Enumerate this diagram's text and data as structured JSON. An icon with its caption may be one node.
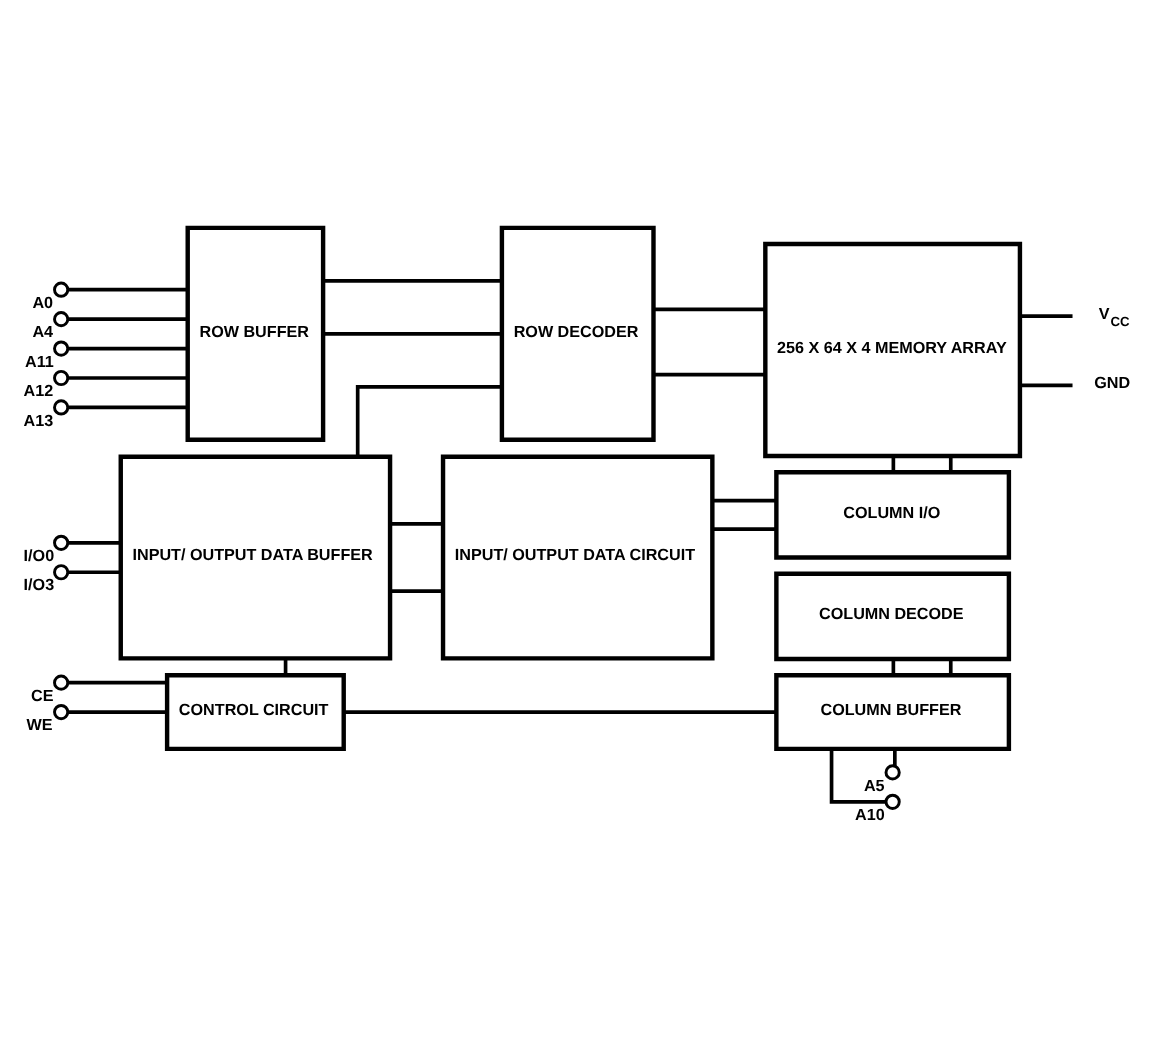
{
  "diagram": {
    "nodes": [
      {
        "text": [
          "ROW BUFFER"
        ]
      },
      {
        "text": [
          "ROW DECODER"
        ]
      },
      {
        "text": [
          "256 X 64 X 4 MEMORY ARRAY"
        ]
      },
      {
        "text": [
          "INPUT/ OUTPUT DATA BUFFER"
        ]
      },
      {
        "text": [
          "INPUT/ OUTPUT DATA CIRCUIT"
        ]
      },
      {
        "text": [
          "COLUMN I/O"
        ]
      },
      {
        "text": [
          "COLUMN DECODE"
        ]
      },
      {
        "text": [
          "COLUMN BUFFER"
        ]
      },
      {
        "text": [
          "CONTROL CIRCUIT"
        ]
      },
      {
        "text": [],
        "shape": "circle",
        "beside": [
          "A0"
        ]
      },
      {
        "text": [],
        "shape": "circle",
        "beside": [
          "A4"
        ]
      },
      {
        "text": [],
        "shape": "circle",
        "beside": [
          "A11"
        ]
      },
      {
        "text": [],
        "shape": "circle",
        "beside": [
          "A12"
        ]
      },
      {
        "text": [],
        "shape": "circle",
        "beside": [
          "A13"
        ]
      },
      {
        "text": [],
        "shape": "circle",
        "beside": [
          "I/O0"
        ]
      },
      {
        "text": [],
        "shape": "circle",
        "beside": [
          "I/O3"
        ]
      },
      {
        "text": [],
        "shape": "circle",
        "beside": [
          "CE"
        ]
      },
      {
        "text": [],
        "shape": "circle",
        "beside": [
          "WE"
        ]
      },
      {
        "text": [],
        "shape": "circle",
        "beside": [
          "A5"
        ]
      },
      {
        "text": [],
        "shape": "circle",
        "beside": [
          "A10"
        ]
      },
      {
        "text": [
          "V$_{CC}$"
        ]
      },
      {
        "text": [
          "GND"
        ]
      }
    ],
    "edges": [
      {
        "from": 9,
        "to": 0,
        "arrow": "none"
      },
      {
        "from": 10,
        "to": 0,
        "arrow": "none"
      },
      {
        "from": 11,
        "to": 0,
        "arrow": "none"
      },
      {
        "from": 12,
        "to": 0,
        "arrow": "none"
      },
      {
        "from": 13,
        "to": 0,
        "arrow": "none"
      },
      {
        "from": 0,
        "to": 1,
        "arrow": "none"
      },
      {
        "from": 0,
        "to": 1,
        "arrow": "none"
      },
      {
        "from": 1,
        "to": 2,
        "arrow": "none"
      },
      {
        "from": 1,
        "to": 2,
        "arrow": "none"
      },
      {
        "from": 2,
        "to": 20,
        "arrow": "none"
      },
      {
        "from": 2,
        "to": 21,
        "arrow": "none"
      },
      {
        "from": 1,
        "to": 3,
        "arrow": "none"
      },
      {
        "from": 2,
        "to": 5,
        "arrow": "none"
      },
      {
        "from": 2,
        "to": 5,
        "arrow": "none"
      },
      {
        "from": 14,
        "to": 3,
        "arrow": "none"
      },
      {
        "from": 15,
        "to": 3,
        "arrow": "none"
      },
      {
        "from": 3,
        "to": 4,
        "arrow": "none"
      },
      {
        "from": 3,
        "to": 4,
        "arrow": "none"
      },
      {
        "from": 4,
        "to": 5,
        "arrow": "none"
      },
      {
        "from": 4,
        "to": 5,
        "arrow": "none"
      },
      {
        "from": 3,
        "to": 8,
        "arrow": "none"
      },
      {
        "from": 16,
        "to": 8,
        "arrow": "none"
      },
      {
        "from": 17,
        "to": 8,
        "arrow": "none"
      },
      {
        "from": 8,
        "to": 7,
        "arrow": "none"
      },
      {
        "from": 6,
        "to": 7,
        "arrow": "none"
      },
      {
        "from": 6,
        "to": 7,
        "arrow": "none"
      },
      {
        "from": 7,
        "to": 18,
        "arrow": "none"
      },
      {
        "from": 7,
        "to": 19,
        "arrow": "none"
      }
    ]
  }
}
